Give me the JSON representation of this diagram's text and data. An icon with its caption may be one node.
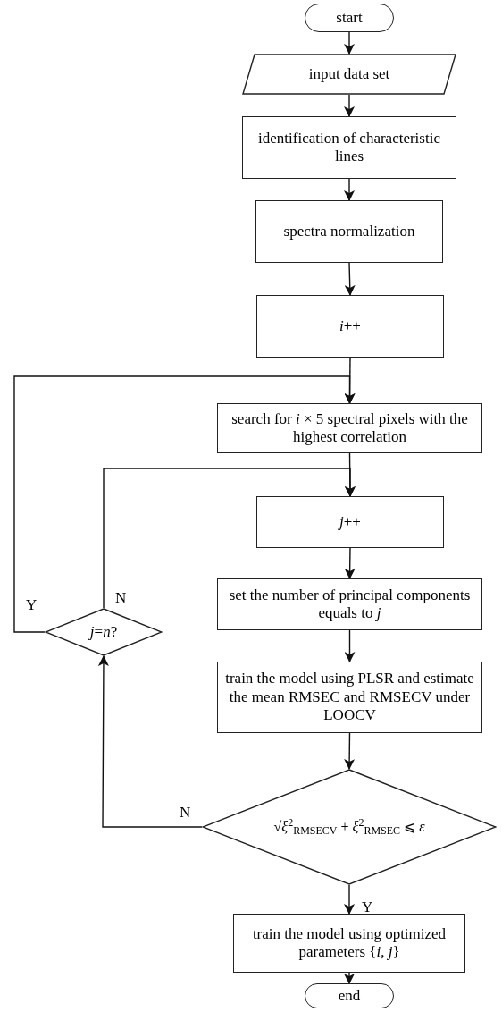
{
  "diagram": {
    "nodes": [
      {
        "text": [
          "start"
        ]
      },
      {
        "text": [
          "input data set"
        ]
      },
      {
        "text": [
          "identification of characteristic lines"
        ]
      },
      {
        "text": [
          "spectra normalization"
        ]
      },
      {
        "text": [
          "*i*++"
        ]
      },
      {
        "text": [
          "search for *i* × 5 spectral pixels with the highest correlation"
        ]
      },
      {
        "text": [
          "*j*++"
        ]
      },
      {
        "text": [
          "set the number of principal components equals to *j*"
        ]
      },
      {
        "text": [
          "train the model using PLSR and estimate the mean RMSEC and RMSECV under LOOCV"
        ]
      },
      {
        "text": [
          "√*ξ*$^{2}$$_{RMSECV}$ + *ξ*$^{2}$$_{RMSEC}$ ⩽ *ε*"
        ]
      },
      {
        "text": [
          "train the model using optimized parameters {*i*, *j*}"
        ]
      },
      {
        "text": [
          "end"
        ]
      },
      {
        "text": [
          "*j*=*n*?"
        ]
      }
    ],
    "edges": [
      {
        "from": 0,
        "to": 1,
        "arrow": "to"
      },
      {
        "from": 1,
        "to": 2,
        "arrow": "to"
      },
      {
        "from": 2,
        "to": 3,
        "arrow": "to"
      },
      {
        "from": 3,
        "to": 4,
        "arrow": "to"
      },
      {
        "from": 4,
        "to": 5,
        "arrow": "to"
      },
      {
        "from": 5,
        "to": 6,
        "arrow": "to"
      },
      {
        "from": 6,
        "to": 7,
        "arrow": "to"
      },
      {
        "from": 7,
        "to": 8,
        "arrow": "to"
      },
      {
        "from": 8,
        "to": 9,
        "arrow": "to"
      },
      {
        "from": 9,
        "to": 12,
        "arrow": "to",
        "label": "N"
      },
      {
        "from": 9,
        "to": 10,
        "arrow": "to",
        "label": "Y"
      },
      {
        "from": 10,
        "to": 11,
        "arrow": "to"
      },
      {
        "from": 12,
        "to": 5,
        "arrow": "to",
        "label": "Y"
      },
      {
        "from": 12,
        "to": 6,
        "arrow": "to",
        "label": "N"
      }
    ]
  }
}
